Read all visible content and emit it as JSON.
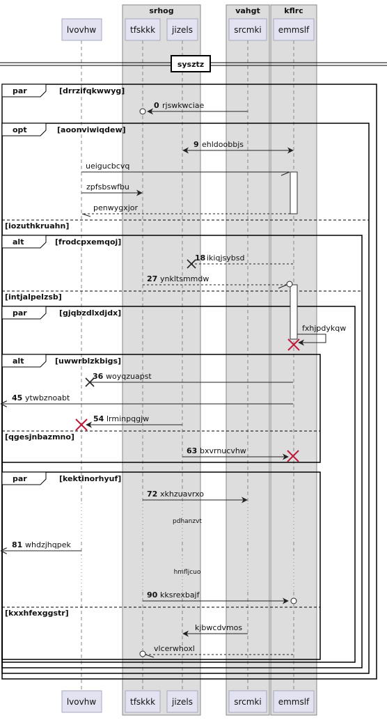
{
  "groups": [
    {
      "name": "srhog"
    },
    {
      "name": "vahgt"
    },
    {
      "name": "kflrc"
    }
  ],
  "participants": [
    "lvovhw",
    "tfskkk",
    "jizels",
    "srcmki",
    "emmslf"
  ],
  "divider": "sysztz",
  "fragments": {
    "par1": {
      "kind": "par",
      "guard": "[drrzifqkwwyg]"
    },
    "opt1": {
      "kind": "opt",
      "guard": "[aoonviwiqdew]",
      "else": "[iozuthkruahn]"
    },
    "alt1": {
      "kind": "alt",
      "guard": "[frodcpxemqoj]",
      "else": "[intjalpelzsb]"
    },
    "par2": {
      "kind": "par",
      "guard": "[gjqbzdlxdjdx]"
    },
    "alt2": {
      "kind": "alt",
      "guard": "[uwwrblzkbigs]",
      "else": "[qgesjnbazmno]"
    },
    "par3": {
      "kind": "par",
      "guard": "[kektinorhyuf]",
      "else": "[kxxhfexggstr]"
    }
  },
  "messages": {
    "m0": {
      "num": "0",
      "label": "rjswkwciae"
    },
    "m9": {
      "num": "9",
      "label": "ehldoobbjs"
    },
    "ma": {
      "label": "ueigucbcvq"
    },
    "mb": {
      "label": "zpfsbswfbu"
    },
    "mc": {
      "label": "penwygxjor"
    },
    "m18": {
      "num": "18",
      "label": "ikiqjsybsd"
    },
    "m27": {
      "num": "27",
      "label": "ynkltsmmdw"
    },
    "md": {
      "label": "fxhjpdykqw"
    },
    "m36": {
      "num": "36",
      "label": "woyqzuapst"
    },
    "m45": {
      "num": "45",
      "label": "ytwbznoabt"
    },
    "m54": {
      "num": "54",
      "label": "lrminpqgjw"
    },
    "m63": {
      "num": "63",
      "label": "bxvrnucvhw"
    },
    "m72": {
      "num": "72",
      "label": "xkhzuavrxo"
    },
    "n1": {
      "label": "pdhanzvt"
    },
    "m81": {
      "num": "81",
      "label": "whdzjhqpek"
    },
    "n2": {
      "label": "hmfljcuo"
    },
    "m90": {
      "num": "90",
      "label": "kksrexbajf"
    },
    "me": {
      "label": "kjbwcdvmos"
    },
    "mf": {
      "label": "vlcerwhoxl"
    }
  }
}
